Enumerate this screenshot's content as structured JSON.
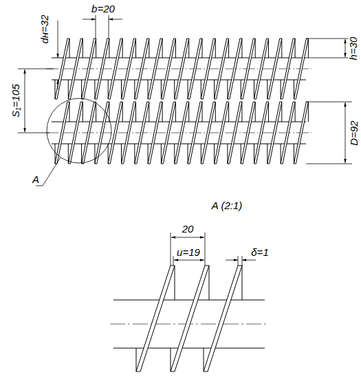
{
  "diagram": {
    "labels": [
      "dн=32",
      "b=20",
      "h=30",
      "S₁=105",
      "D=92",
      "A",
      "A (2:1)",
      "20",
      "u=19",
      "δ=1"
    ]
  }
}
